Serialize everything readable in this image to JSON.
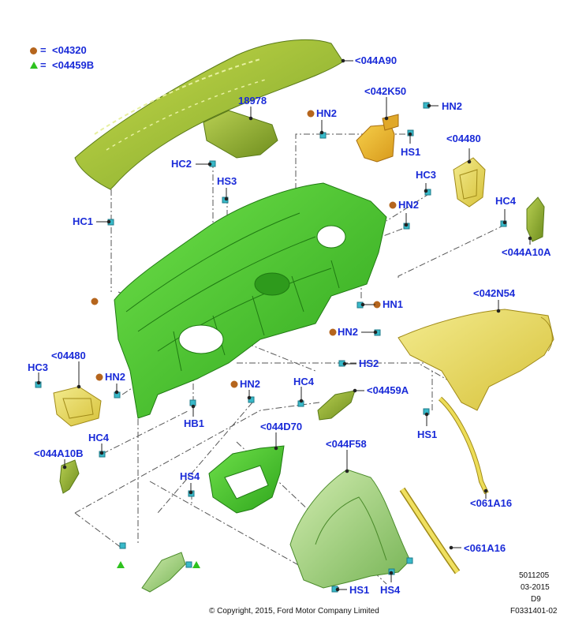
{
  "legend": {
    "dot_label": "<04320",
    "tri_label": "<04459B",
    "dot_color": "#b5651d",
    "tri_color": "#2ec21e",
    "equals": "="
  },
  "colors": {
    "callout": "#1a2bd8",
    "leader": "#222222",
    "dash": "#555555",
    "clip": "#38b9c9",
    "part_green": "#44c626",
    "part_olive": "#9fb836",
    "part_yellow": "#e8d84a",
    "part_gold": "#e9b52a",
    "part_lightgreen": "#96c86a"
  },
  "callouts": {
    "c044A90": "<044A90",
    "c18978": "18978",
    "c042K50": "<042K50",
    "hn2_top": "HN2",
    "hn2_top_right": "HN2",
    "hs1_top": "HS1",
    "c04480_right": "<04480",
    "hc2": "HC2",
    "hs3": "HS3",
    "hc3_right": "HC3",
    "hn2_mid": "HN2",
    "hc4_right": "HC4",
    "c044A10A": "<044A10A",
    "hc1": "HC1",
    "c042N54": "<042N54",
    "hn1": "HN1",
    "hn2_center": "HN2",
    "hs2": "HS2",
    "c04480_left": "<04480",
    "hc3_left": "HC3",
    "hn2_left": "HN2",
    "hn2_lower": "HN2",
    "hc4_mid": "HC4",
    "c04459A": "<04459A",
    "hb1": "HB1",
    "c044D70": "<044D70",
    "hs1_right": "HS1",
    "hc4_left": "HC4",
    "c044A10B": "<044A10B",
    "c044F58": "<044F58",
    "hs4_left": "HS4",
    "c061A16_upper": "<061A16",
    "c061A16_lower": "<061A16",
    "hs1_bottom": "HS1",
    "hs4_bottom": "HS4"
  },
  "footer": {
    "copyright": "© Copyright, 2015, Ford Motor Company Limited",
    "code1": "5011205",
    "code2": "03-2015",
    "code3": "D9",
    "code4": "F0331401-02"
  }
}
